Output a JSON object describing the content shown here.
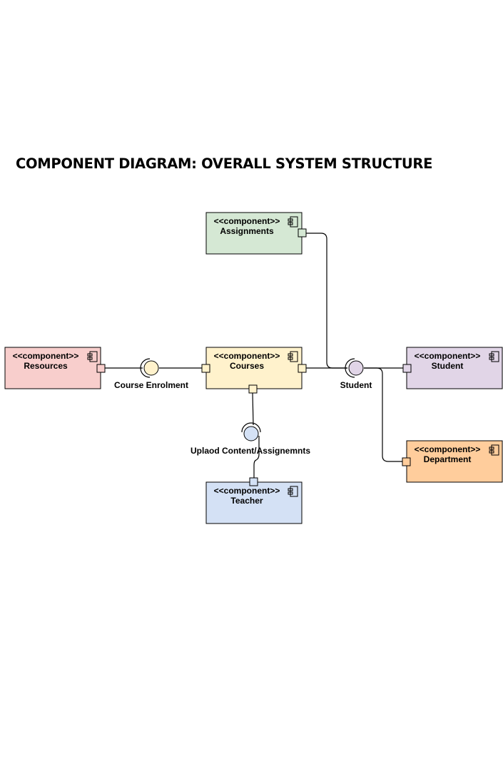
{
  "title": "COMPONENT DIAGRAM: OVERALL SYSTEM STRUCTURE",
  "stereotype": "<<component>>",
  "components": {
    "assignments": {
      "name": "Assignments",
      "fill": "#d5e8d4"
    },
    "resources": {
      "name": "Resources",
      "fill": "#f8cecc"
    },
    "courses": {
      "name": "Courses",
      "fill": "#fff2cc"
    },
    "student": {
      "name": "Student",
      "fill": "#e1d5e7"
    },
    "department": {
      "name": "Department",
      "fill": "#ffcd9c"
    },
    "teacher": {
      "name": "Teacher",
      "fill": "#d4e1f5"
    }
  },
  "interfaces": {
    "course_enrolment": {
      "label": "Course Enrolment",
      "fill": "#fff2cc"
    },
    "student": {
      "label": "Student",
      "fill": "#e1d5e7"
    },
    "upload_content": {
      "label": "Uplaod Content/Assignemnts",
      "fill": "#d4e1f5"
    }
  },
  "colors": {
    "stroke": "#000000",
    "background": "#ffffff"
  }
}
